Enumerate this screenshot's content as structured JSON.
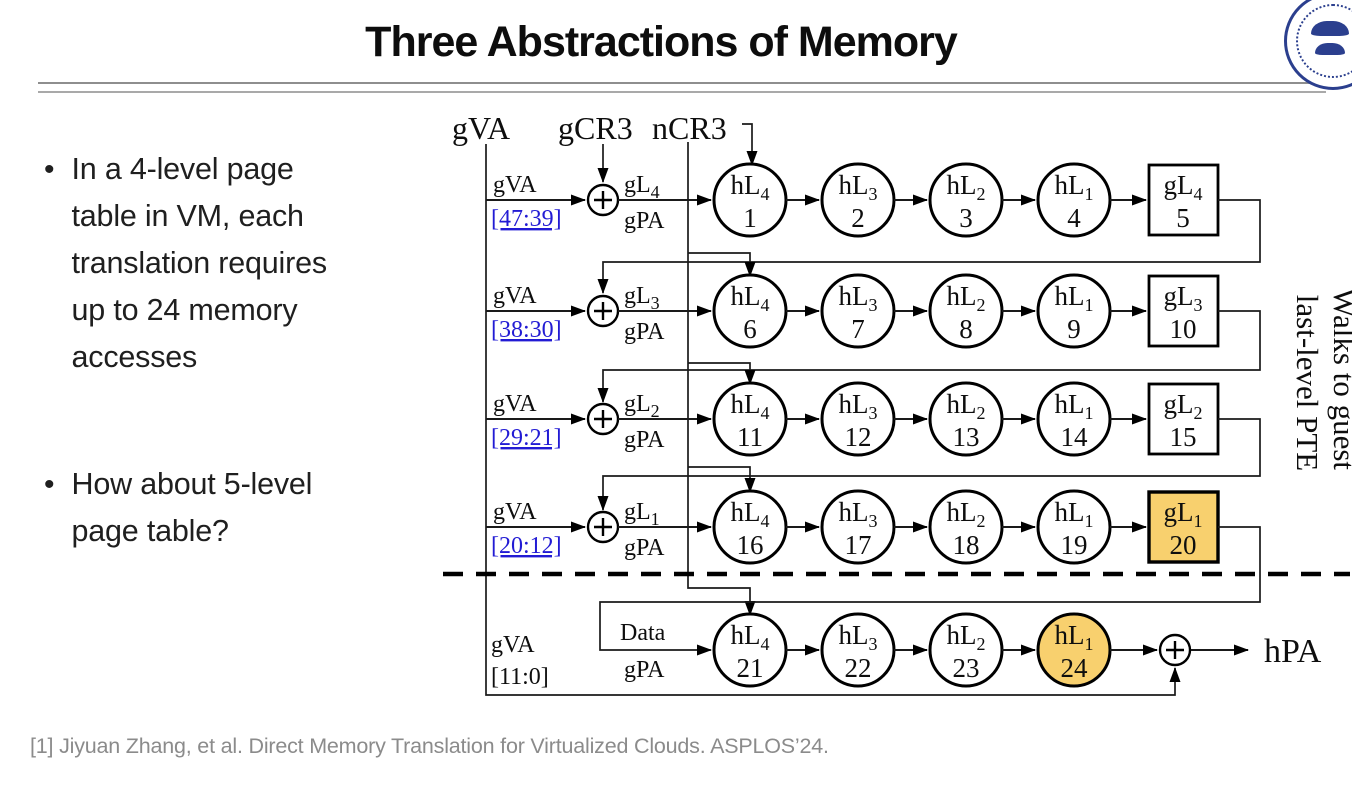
{
  "title": "Three Abstractions of Memory",
  "bullet_glyph": "•",
  "bullets": [
    {
      "lines": [
        "In a 4-level page",
        "table in VM, each",
        "translation requires",
        "up to 24 memory",
        "accesses"
      ]
    },
    {
      "lines": [
        "How about 5-level",
        "page table?"
      ]
    }
  ],
  "citation": "[1] Jiyuan Zhang, et al. Direct Memory Translation for Virtualized Clouds. ASPLOS’24.",
  "diagram": {
    "gva_top": "gVA",
    "gcr3": "gCR3",
    "ncr3": "nCR3",
    "hpa": "hPA",
    "side1": "Walks to guest",
    "side2": "last-level PTE",
    "rows": [
      {
        "in": "gVA",
        "bits": "[47:39]",
        "out": "gL",
        "outs": "4",
        "gpa": "gPA",
        "n1l": "hL",
        "n1s": "4",
        "n1n": "1",
        "n2l": "hL",
        "n2s": "3",
        "n2n": "2",
        "n3l": "hL",
        "n3s": "2",
        "n3n": "3",
        "n4l": "hL",
        "n4s": "1",
        "n4n": "4",
        "bl": "gL",
        "bs": "4",
        "bn": "5"
      },
      {
        "in": "gVA",
        "bits": "[38:30]",
        "out": "gL",
        "outs": "3",
        "gpa": "gPA",
        "n1l": "hL",
        "n1s": "4",
        "n1n": "6",
        "n2l": "hL",
        "n2s": "3",
        "n2n": "7",
        "n3l": "hL",
        "n3s": "2",
        "n3n": "8",
        "n4l": "hL",
        "n4s": "1",
        "n4n": "9",
        "bl": "gL",
        "bs": "3",
        "bn": "10"
      },
      {
        "in": "gVA",
        "bits": "[29:21]",
        "out": "gL",
        "outs": "2",
        "gpa": "gPA",
        "n1l": "hL",
        "n1s": "4",
        "n1n": "11",
        "n2l": "hL",
        "n2s": "3",
        "n2n": "12",
        "n3l": "hL",
        "n3s": "2",
        "n3n": "13",
        "n4l": "hL",
        "n4s": "1",
        "n4n": "14",
        "bl": "gL",
        "bs": "2",
        "bn": "15"
      },
      {
        "in": "gVA",
        "bits": "[20:12]",
        "out": "gL",
        "outs": "1",
        "gpa": "gPA",
        "n1l": "hL",
        "n1s": "4",
        "n1n": "16",
        "n2l": "hL",
        "n2s": "3",
        "n2n": "17",
        "n3l": "hL",
        "n3s": "2",
        "n3n": "18",
        "n4l": "hL",
        "n4s": "1",
        "n4n": "19",
        "bl": "gL",
        "bs": "1",
        "bn": "20",
        "highlight": true
      }
    ],
    "bottom": {
      "in": "gVA",
      "bits": "[11:0]",
      "data": "Data",
      "gpa": "gPA",
      "n1l": "hL",
      "n1s": "4",
      "n1n": "21",
      "n2l": "hL",
      "n2s": "3",
      "n2n": "22",
      "n3l": "hL",
      "n3s": "2",
      "n3n": "23",
      "n4l": "hL",
      "n4s": "1",
      "n4n": "24",
      "highlight_last": true
    },
    "colors": {
      "highlight": "#F8D06E",
      "link_blue": "#221BD4"
    }
  }
}
